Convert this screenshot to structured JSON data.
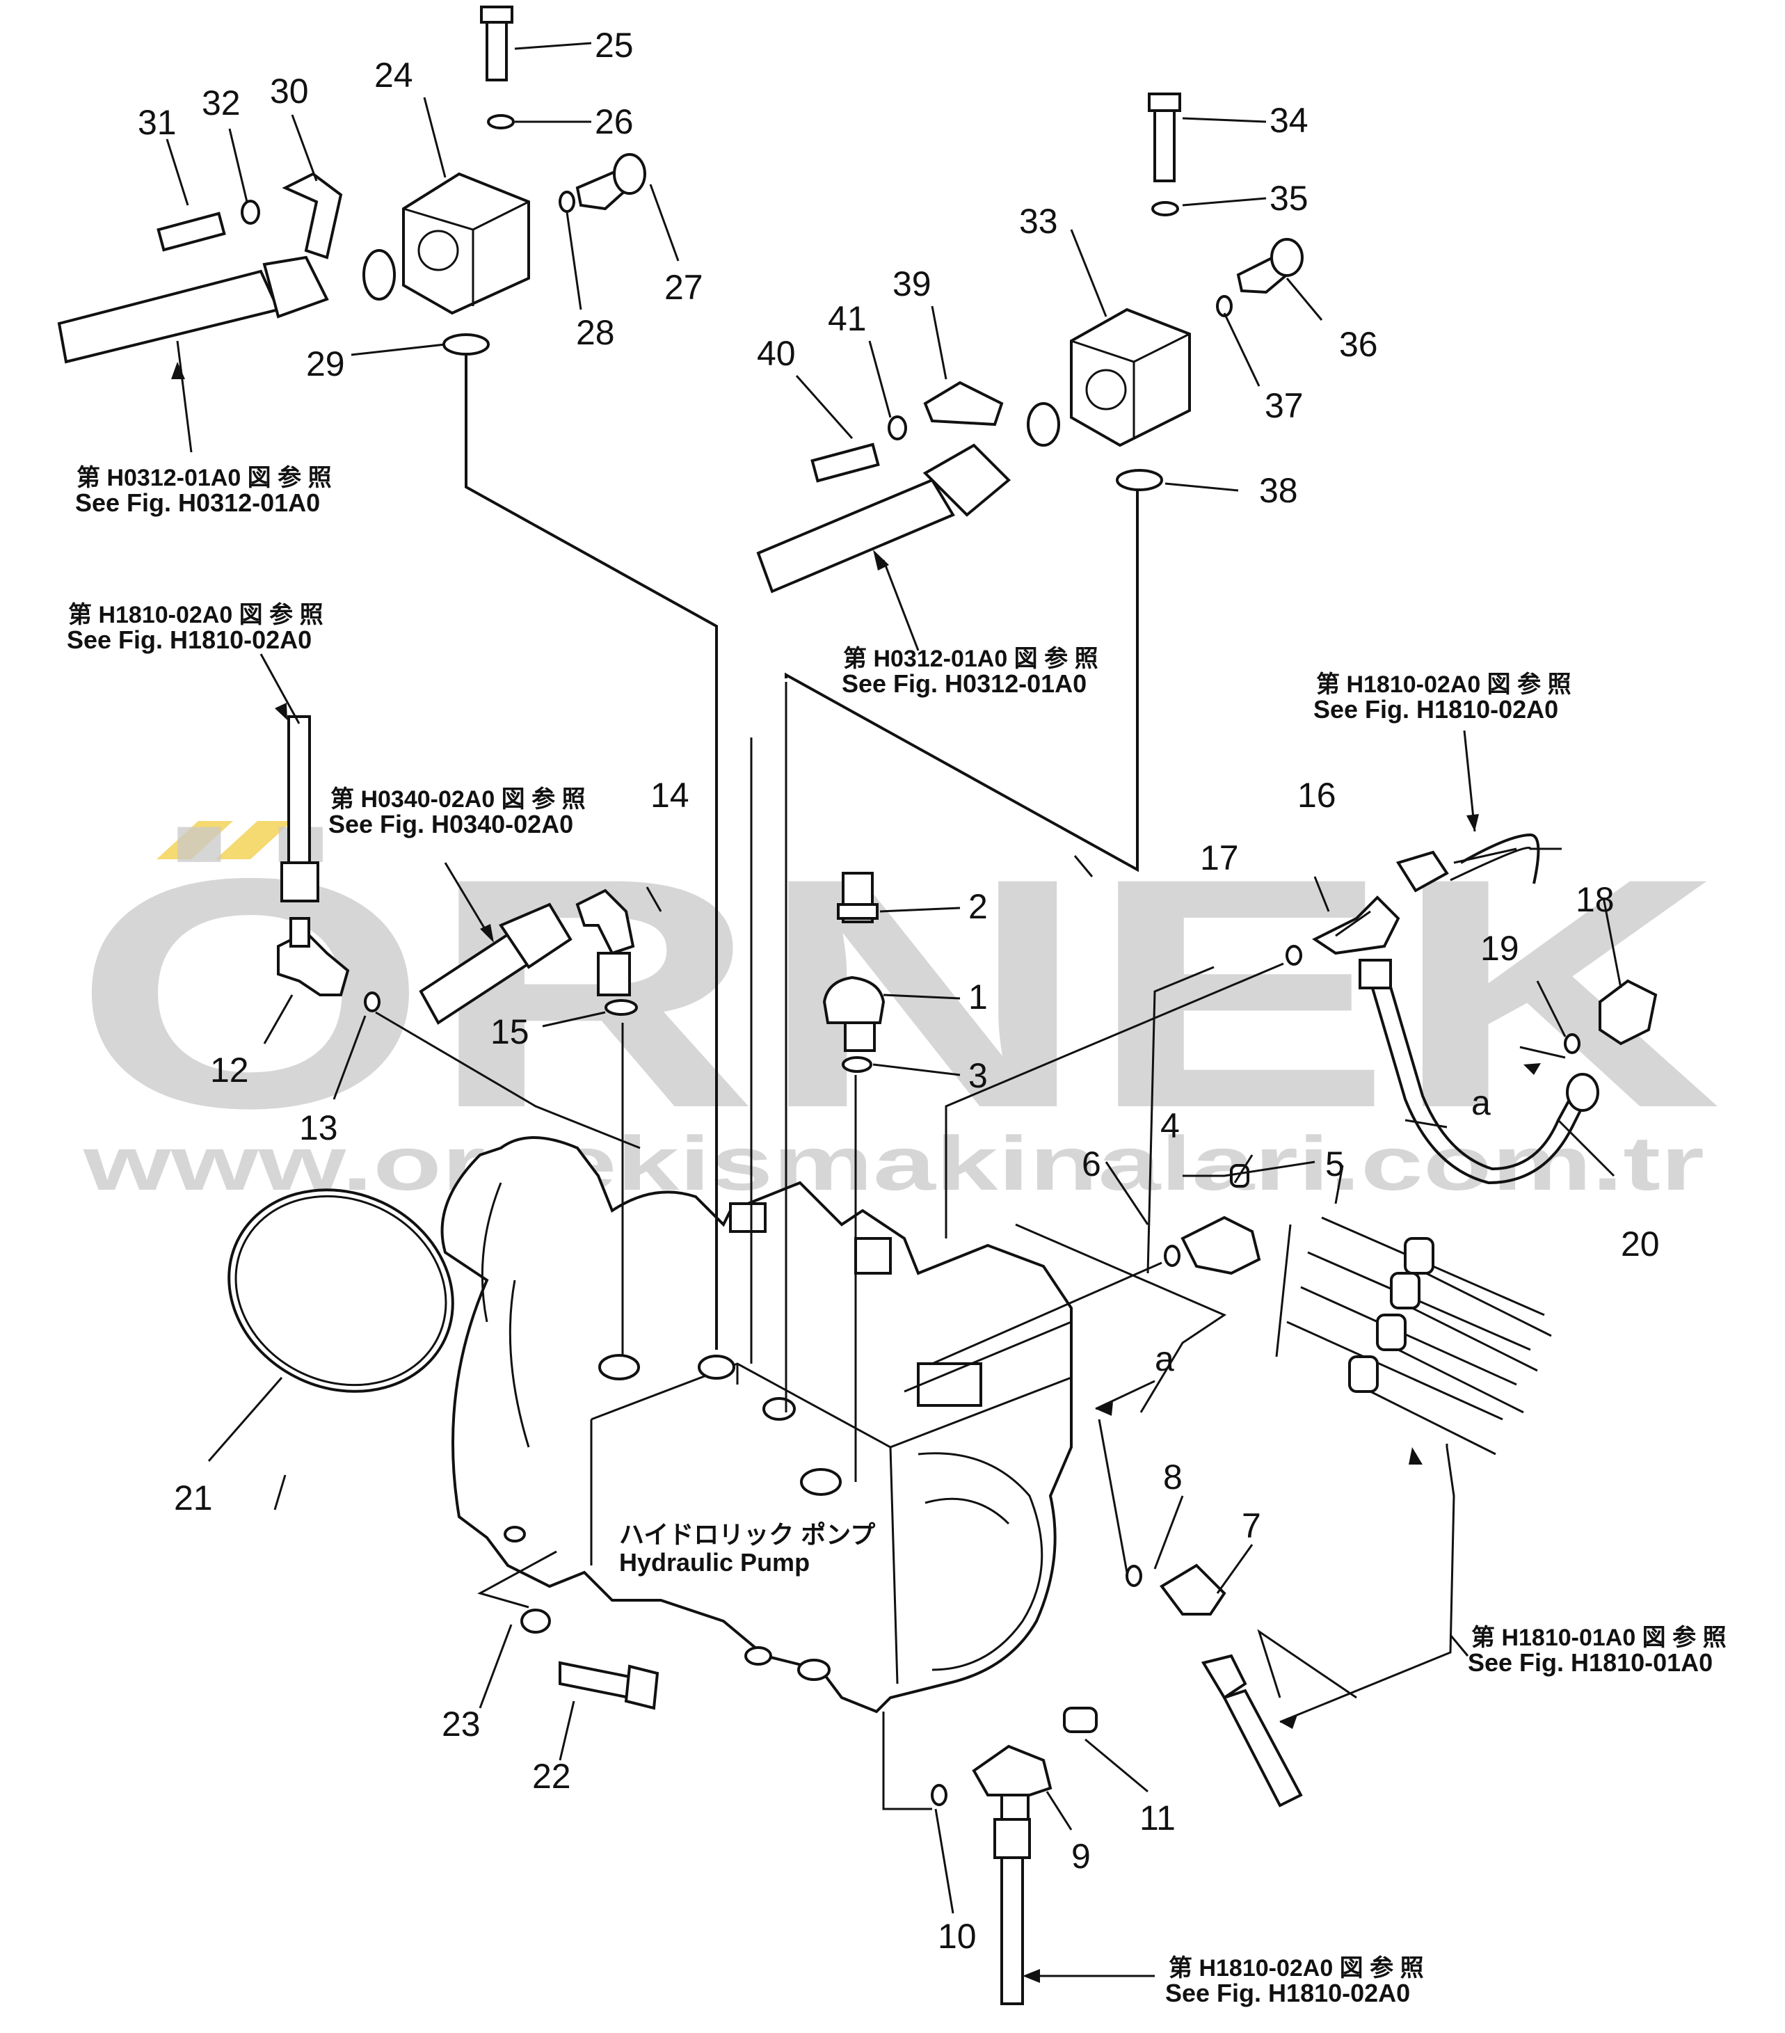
{
  "part_numbers": [
    "1",
    "2",
    "3",
    "4",
    "5",
    "6",
    "7",
    "8",
    "9",
    "10",
    "11",
    "12",
    "13",
    "14",
    "15",
    "16",
    "17",
    "18",
    "19",
    "20",
    "21",
    "22",
    "23",
    "24",
    "25",
    "26",
    "27",
    "28",
    "29",
    "30",
    "31",
    "32",
    "33",
    "34",
    "35",
    "36",
    "37",
    "38",
    "39",
    "40",
    "41"
  ],
  "references": {
    "ref_h0312_left": {
      "jp": "第 H0312-01A0 図 参 照",
      "en": "See Fig. H0312-01A0"
    },
    "ref_h0312_center": {
      "jp": "第 H0312-01A0 図 参 照",
      "en": "See Fig. H0312-01A0"
    },
    "ref_h1810_02_left": {
      "jp": "第 H1810-02A0 図 参 照",
      "en": "See Fig. H1810-02A0"
    },
    "ref_h0340": {
      "jp": "第 H0340-02A0 図 参 照",
      "en": "See Fig. H0340-02A0"
    },
    "ref_h1810_02_right": {
      "jp": "第 H1810-02A0 図 参 照",
      "en": "See Fig. H1810-02A0"
    },
    "ref_h1810_01": {
      "jp": "第 H1810-01A0 図 参 照",
      "en": "See Fig. H1810-01A0"
    },
    "ref_h1810_02_bottom": {
      "jp": "第 H1810-02A0 図 参 照",
      "en": "See Fig. H1810-02A0"
    }
  },
  "pump_label": {
    "jp": "ハイドロリック ポンプ",
    "en": "Hydraulic Pump"
  },
  "marker_a": "a",
  "watermark": {
    "brand": "ÖRNEK",
    "url": "www.ornekismakinalari.com.tr"
  }
}
